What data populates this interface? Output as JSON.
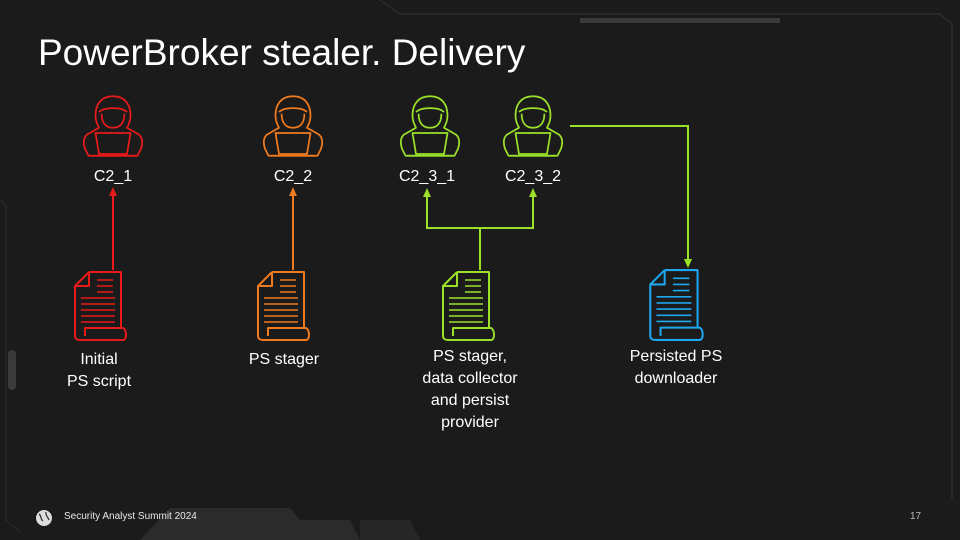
{
  "slide": {
    "title": "PowerBroker stealer. Delivery",
    "footer": "Security Analyst Summit 2024",
    "page_number": "17"
  },
  "colors": {
    "red": "#e81a1a",
    "orange": "#f07a1e",
    "green": "#9be12a",
    "blue": "#1ea6ef"
  },
  "servers": [
    {
      "label": "C2_1",
      "color": "red"
    },
    {
      "label": "C2_2",
      "color": "orange"
    },
    {
      "label": "C2_3_1",
      "color": "green"
    },
    {
      "label": "C2_3_2",
      "color": "green"
    }
  ],
  "scripts": [
    {
      "label_lines": [
        "Initial",
        "PS script"
      ],
      "color": "red"
    },
    {
      "label_lines": [
        "PS stager"
      ],
      "color": "orange"
    },
    {
      "label_lines": [
        "PS stager,",
        "data collector",
        "and persist",
        "provider"
      ],
      "color": "green"
    },
    {
      "label_lines": [
        "Persisted PS",
        "downloader"
      ],
      "color": "blue"
    }
  ]
}
